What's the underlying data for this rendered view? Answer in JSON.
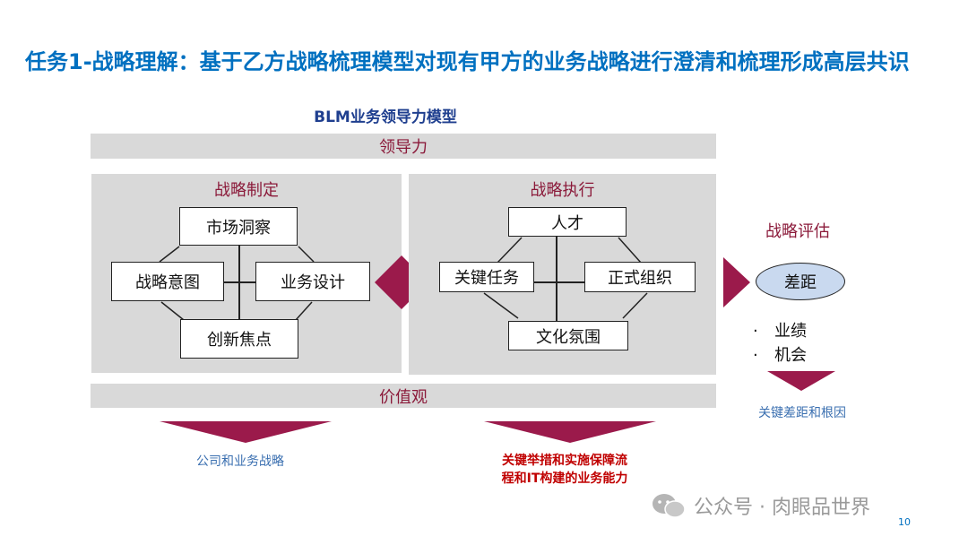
{
  "title": "任务1-战略理解：基于乙方战略梳理模型对现有甲方的业务战略进行澄清和梳理形成高层共识",
  "subtitle": "BLM业务领导力模型",
  "leadership_bar": "领导力",
  "values_bar": "价值观",
  "formulation": {
    "title": "战略制定",
    "top": "市场洞察",
    "left": "战略意图",
    "right": "业务设计",
    "bottom": "创新焦点"
  },
  "execution": {
    "title": "战略执行",
    "top": "人才",
    "left": "关键任务",
    "right": "正式组织",
    "bottom": "文化氛围"
  },
  "evaluation": {
    "title": "战略评估",
    "gap": "差距",
    "bullets": [
      "业绩",
      "机会"
    ],
    "note": "关键差距和根因"
  },
  "outputs": {
    "left_note": "公司和业务战略",
    "center_note_line1": "关键举措和实施保障流",
    "center_note_line2": "程和IT构建的业务能力"
  },
  "watermark": "公众号 · 肉眼品世界",
  "page_number": "10",
  "colors": {
    "title": "#0070c0",
    "accent": "#9b1a4b",
    "panel": "#d9d9d9",
    "gap_ellipse": "#c9d9ef"
  }
}
